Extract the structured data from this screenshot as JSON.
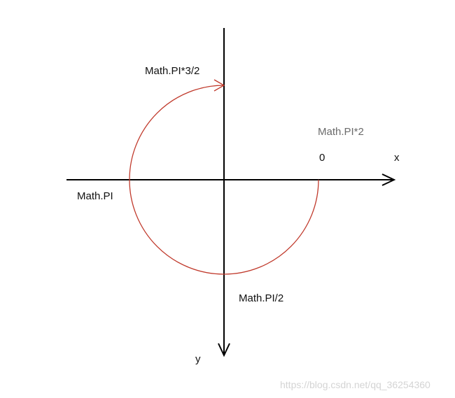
{
  "diagram": {
    "axes": {
      "x_label": "x",
      "y_label": "y",
      "axis_color": "#000000"
    },
    "arc": {
      "color": "#c0392b",
      "direction": "clockwise-on-screen",
      "start_label": "0",
      "end_label": "Math.PI*3/2"
    },
    "labels": {
      "zero": "0",
      "two_pi": "Math.PI*2",
      "pi_half": "Math.PI/2",
      "pi": "Math.PI",
      "three_half_pi": "Math.PI*3/2"
    }
  },
  "watermark": "https://blog.csdn.net/qq_36254360"
}
